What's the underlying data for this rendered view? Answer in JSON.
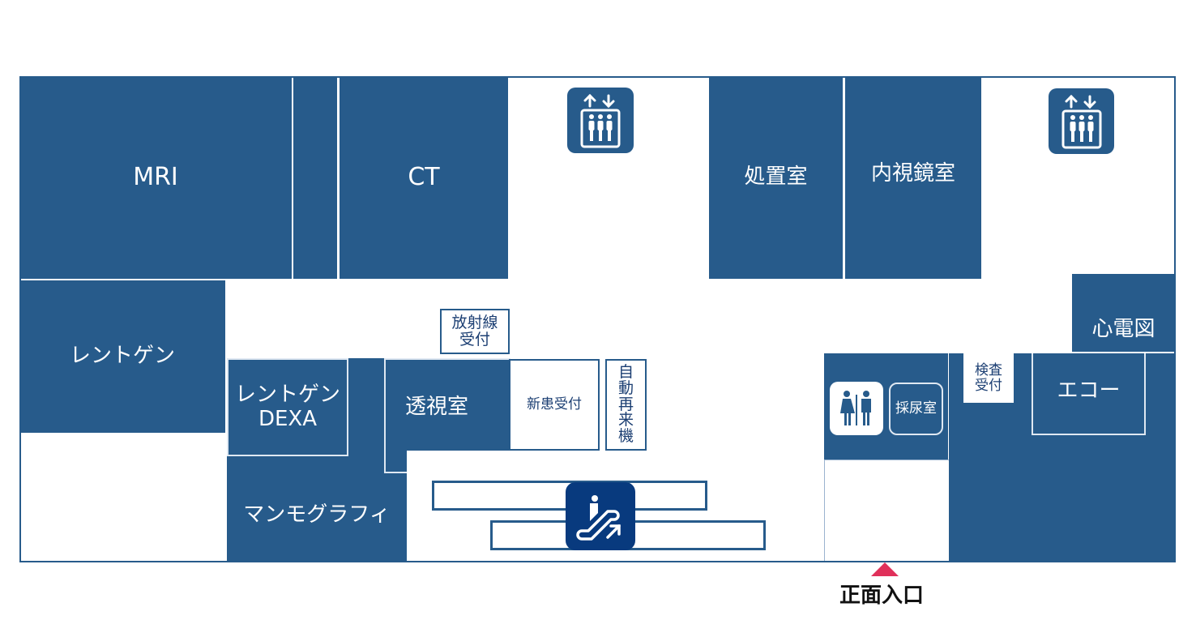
{
  "map": {
    "type": "floor-plan",
    "colors": {
      "room_fill": "#275b8b",
      "room_text": "#ffffff",
      "corridor": "#ffffff",
      "divider": "#dfe8f2",
      "escalator_tile": "#083a7e",
      "entrance_marker": "#e0305a",
      "entrance_text": "#111111"
    },
    "rooms": {
      "mri": "MRI",
      "ct": "CT",
      "treatment": "処置室",
      "endoscopy": "内視鏡室",
      "xray": "レントゲン",
      "xray_dexa_line1": "レントゲン",
      "xray_dexa_line2": "DEXA",
      "mammography": "マンモグラフィ",
      "fluoroscopy": "透視室",
      "ecg": "心電図",
      "urine_collection": "採尿室",
      "echo": "エコー"
    },
    "counters": {
      "radiology_reception_line1": "放射線",
      "radiology_reception_line2": "受付",
      "new_patient_reception": "新患受付",
      "auto_return_machine": [
        "自",
        "動",
        "再",
        "来",
        "機"
      ],
      "exam_reception_line1": "検査",
      "exam_reception_line2": "受付"
    },
    "icons": {
      "elevator_left": "elevator-icon",
      "elevator_right": "elevator-icon",
      "escalator": "escalator-icon",
      "restroom": "restroom-icon",
      "entrance_marker": "triangle-up-icon"
    },
    "entrance": {
      "label": "正面入口"
    }
  }
}
